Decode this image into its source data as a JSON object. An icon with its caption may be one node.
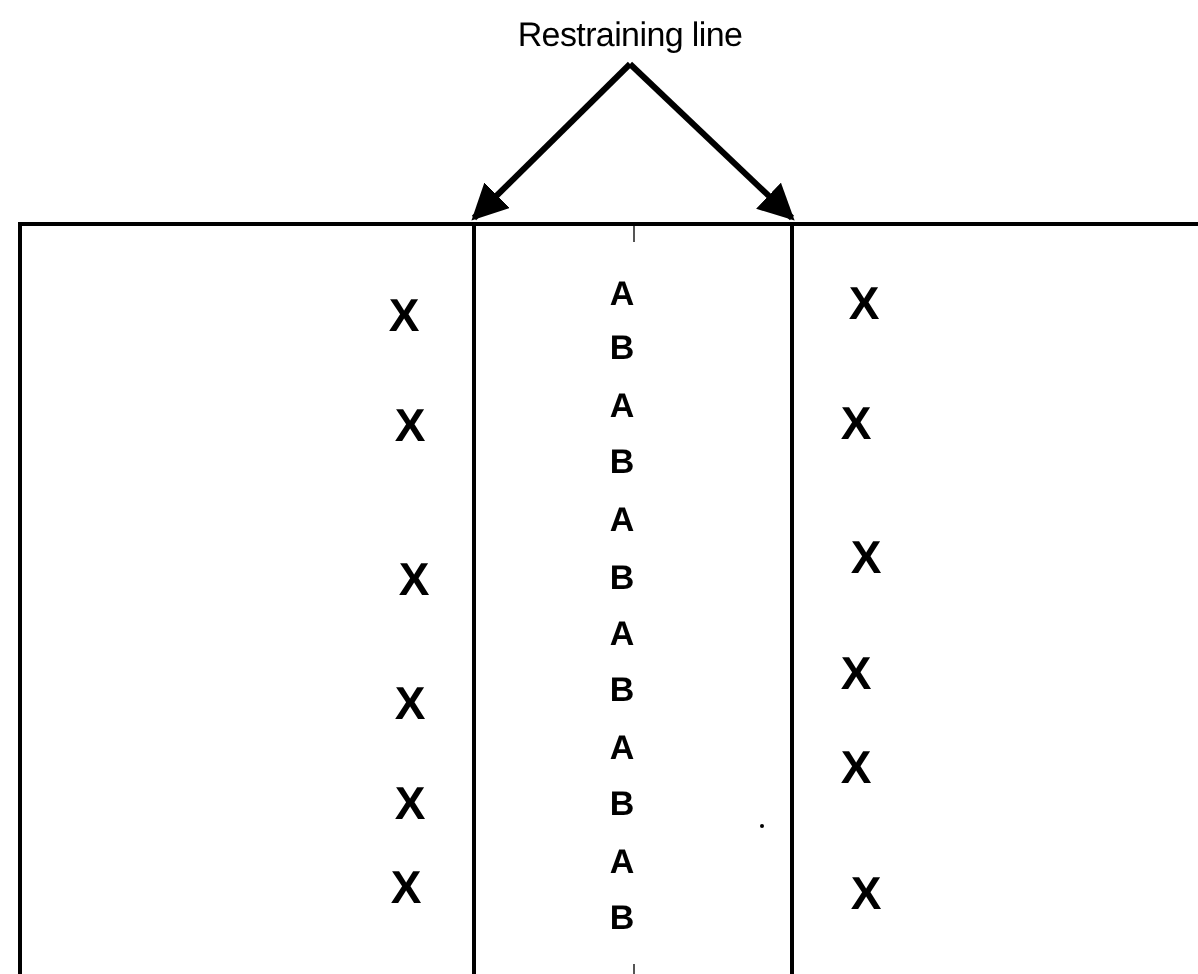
{
  "diagram": {
    "nodes": [
      {
        "text": [
          "Restraining line"
        ]
      },
      {
        "text": [],
        "shape": "bar"
      },
      {
        "text": [],
        "shape": "bar"
      }
    ],
    "edges": [
      {
        "from": 0,
        "to": 1,
        "arrow": "to"
      },
      {
        "from": 0,
        "to": 2,
        "arrow": "to"
      }
    ],
    "labels": [
      "X",
      "A",
      "B",
      "X",
      "X",
      "A",
      "B",
      "X",
      "X",
      "A",
      "B",
      "X",
      "X",
      "A",
      "B",
      "X",
      "X",
      "A",
      "B",
      "X",
      "X",
      "A",
      "B",
      "X"
    ]
  }
}
